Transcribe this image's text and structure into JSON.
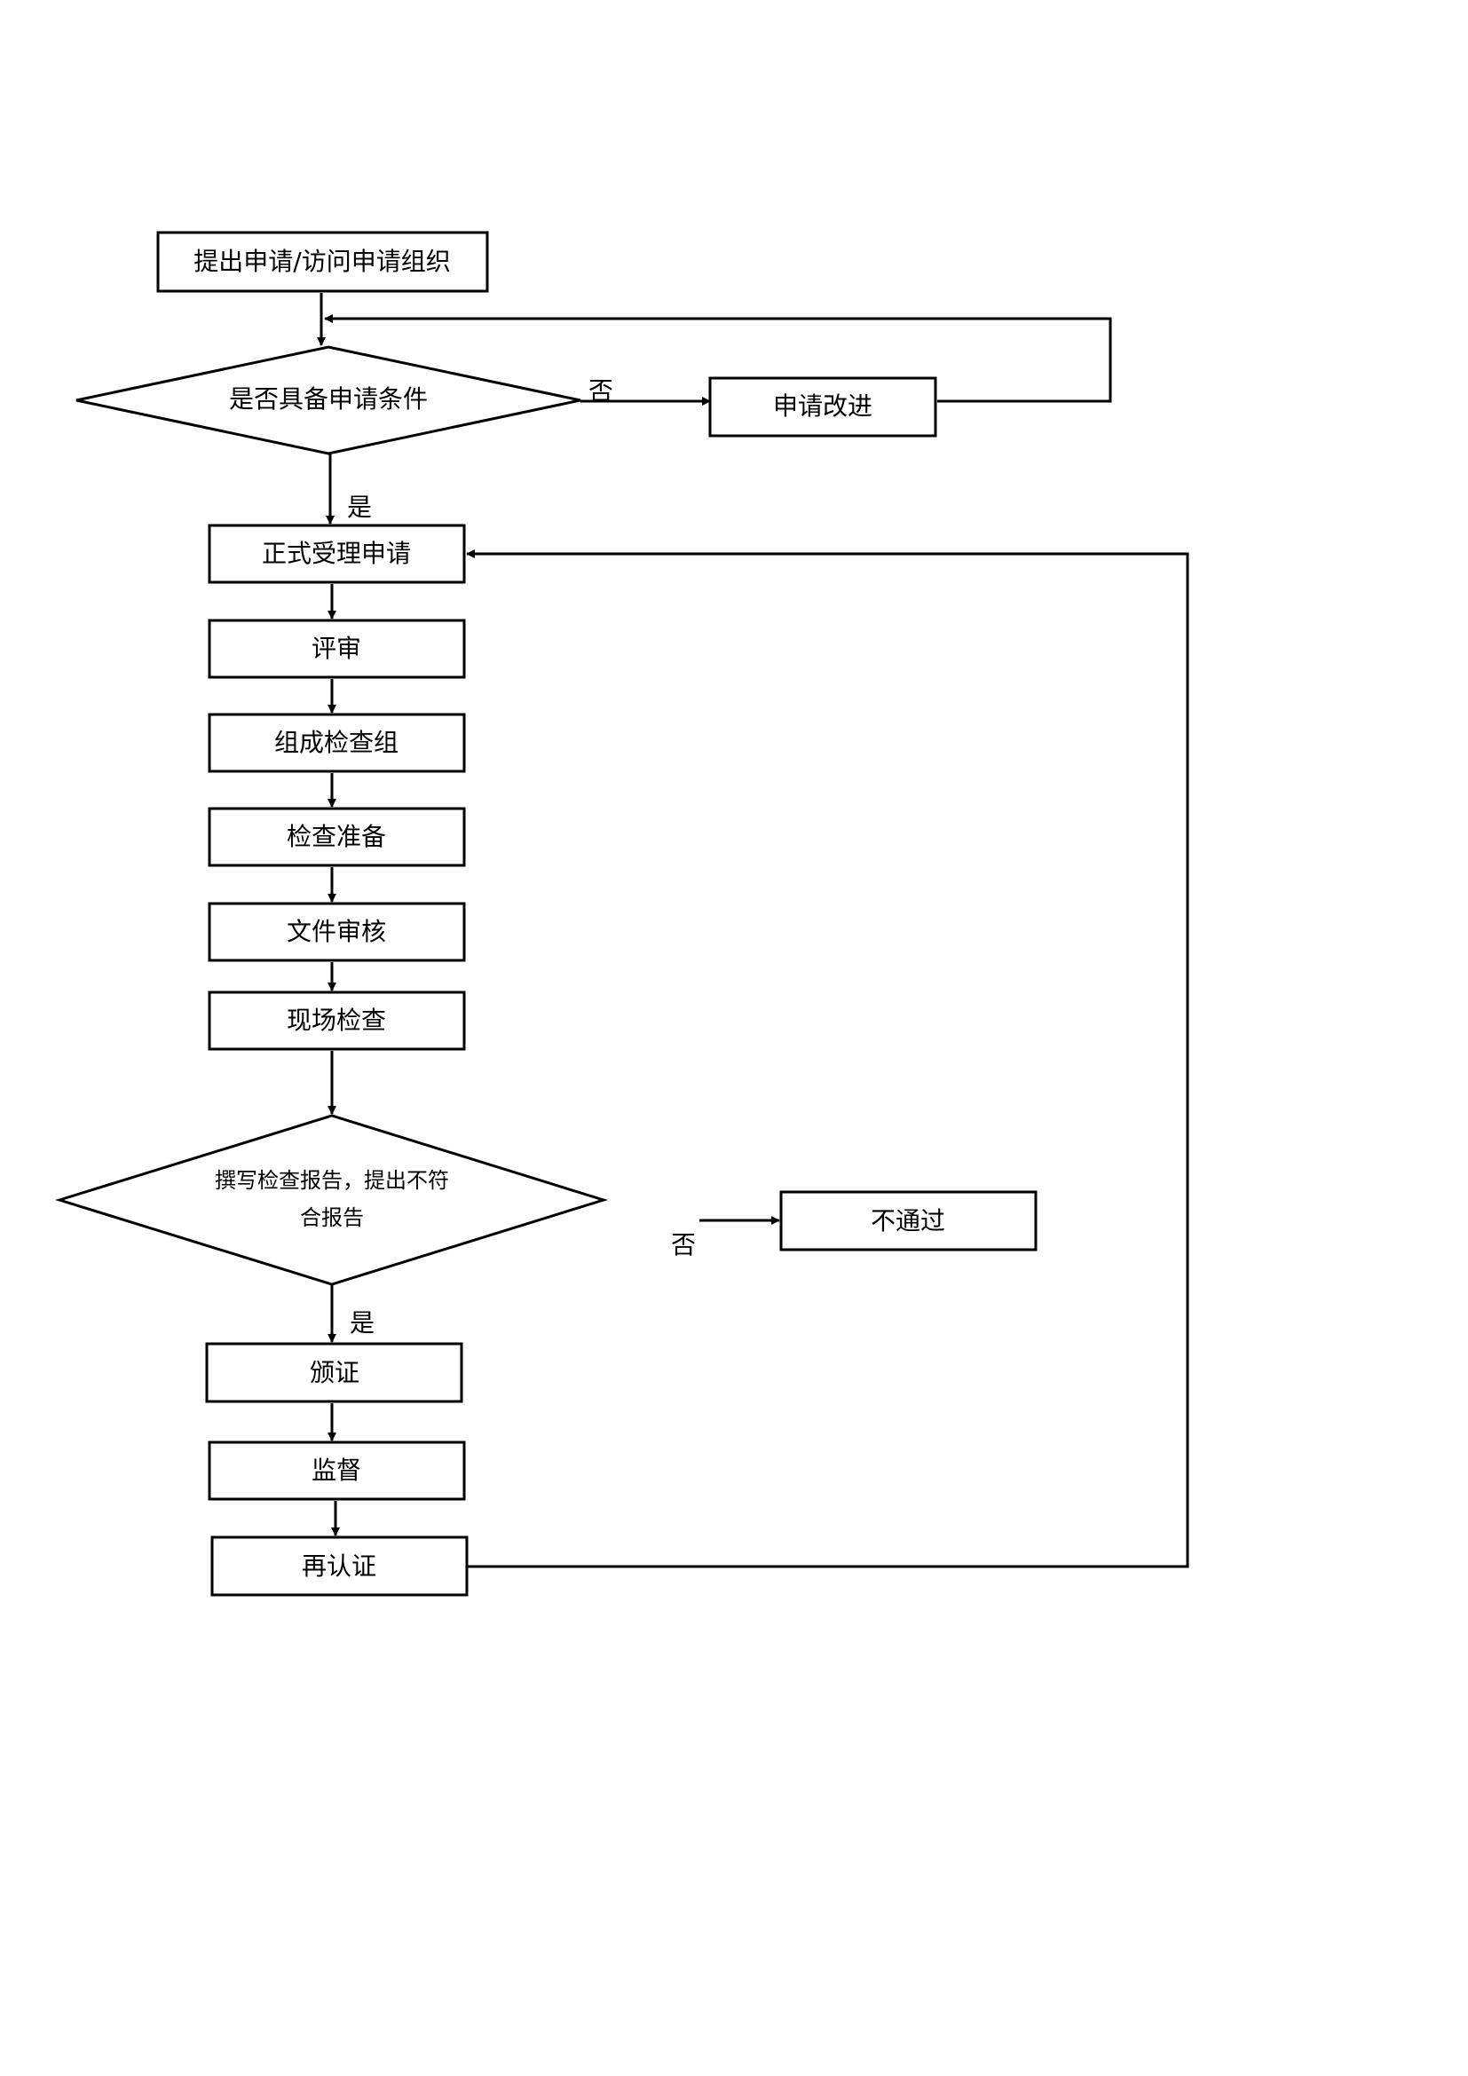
{
  "nodes": {
    "apply": "提出申请/访问申请组织",
    "decision_eligible": "是否具备申请条件",
    "improve": "申请改进",
    "accept": "正式受理申请",
    "review": "评审",
    "team": "组成检查组",
    "prep": "检查准备",
    "doc_review": "文件审核",
    "onsite": "现场检查",
    "decision_report_line1": "撰写检查报告，提出不符",
    "decision_report_line2": "合报告",
    "fail": "不通过",
    "certify": "颁证",
    "supervise": "监督",
    "recertify": "再认证"
  },
  "edge_labels": {
    "eligible_no": "否",
    "eligible_yes": "是",
    "report_no": "否",
    "report_yes": "是"
  }
}
